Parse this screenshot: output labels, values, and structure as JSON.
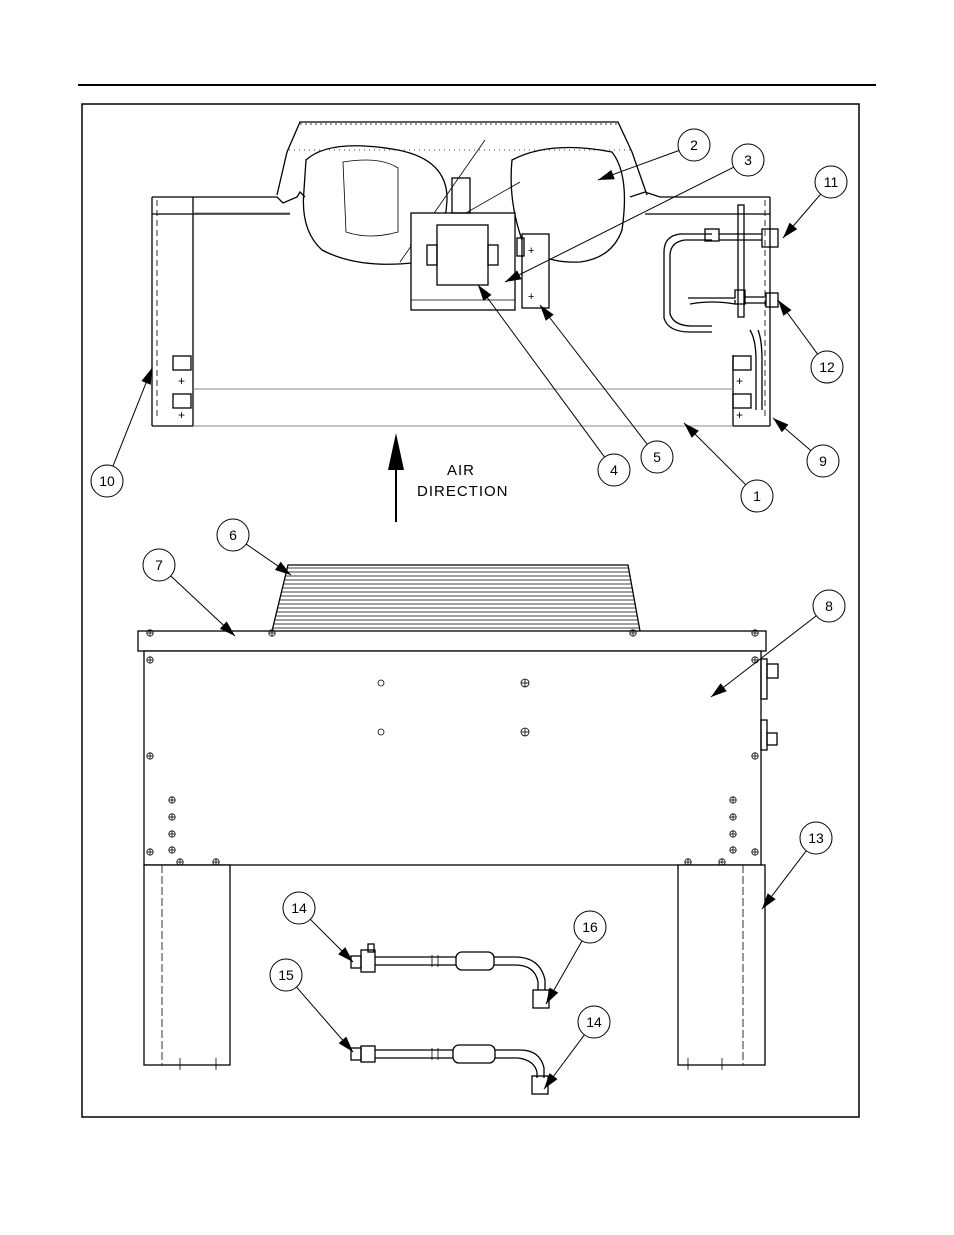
{
  "air_label": {
    "line1": "AIR",
    "line2": "DIRECTION"
  },
  "callouts": [
    {
      "label": "1"
    },
    {
      "label": "2"
    },
    {
      "label": "3"
    },
    {
      "label": "4"
    },
    {
      "label": "5"
    },
    {
      "label": "6"
    },
    {
      "label": "7"
    },
    {
      "label": "8"
    },
    {
      "label": "9"
    },
    {
      "label": "10"
    },
    {
      "label": "11"
    },
    {
      "label": "12"
    },
    {
      "label": "13"
    },
    {
      "label": "14"
    },
    {
      "label": "15"
    },
    {
      "label": "16"
    },
    {
      "label": "14"
    }
  ]
}
